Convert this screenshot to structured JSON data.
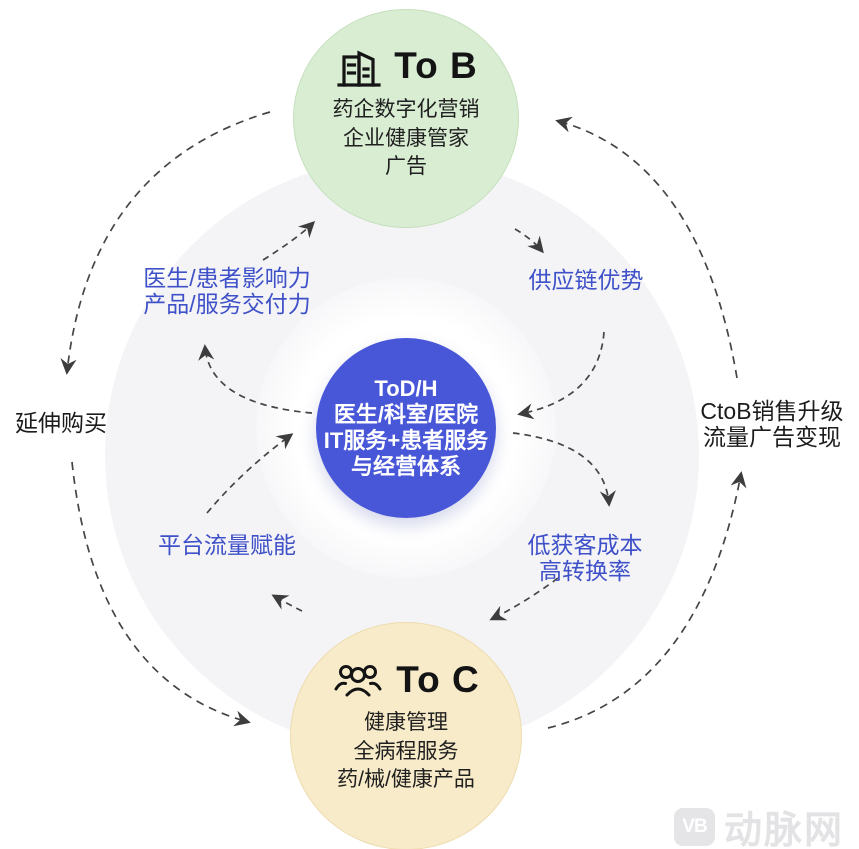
{
  "diagram": {
    "center": {
      "lines": [
        "ToD/H",
        "医生/科室/医院",
        "IT服务+患者服务",
        "与经营体系"
      ],
      "color": "#4856d8"
    },
    "to_b": {
      "label": "To B",
      "icon": "building-icon",
      "lines": [
        "药企数字化营销",
        "企业健康管家",
        "广告"
      ],
      "color": "#d9edd3"
    },
    "to_c": {
      "label": "To C",
      "icon": "people-icon",
      "lines": [
        "健康管理",
        "全病程服务",
        "药/械/健康产品"
      ],
      "color": "#f8ebc9"
    },
    "labels": {
      "top_left": {
        "lines": [
          "医生/患者影响力",
          "产品/服务交付力"
        ],
        "color": "#3f51c8"
      },
      "top_right": {
        "lines": [
          "供应链优势"
        ],
        "color": "#3f51c8"
      },
      "left": {
        "lines": [
          "延伸购买"
        ],
        "color": "#1c1c1c"
      },
      "right": {
        "lines": [
          "CtoB销售升级",
          "流量广告变现"
        ],
        "color": "#1c1c1c"
      },
      "bottom_left": {
        "lines": [
          "平台流量赋能"
        ],
        "color": "#3f51c8"
      },
      "bottom_right": {
        "lines": [
          "低获客成本",
          "高转换率"
        ],
        "color": "#3f51c8"
      }
    },
    "flows": [
      {
        "from": "to-b",
        "to": "left-label",
        "style": "dashed-arc"
      },
      {
        "from": "left-label",
        "to": "to-c",
        "style": "dashed-arc"
      },
      {
        "from": "to-c",
        "to": "right-label",
        "style": "dashed-arc"
      },
      {
        "from": "right-label",
        "to": "to-b",
        "style": "dashed-arc"
      },
      {
        "from": "top-left-label",
        "to": "to-b",
        "style": "dashed"
      },
      {
        "from": "to-b",
        "to": "top-right-label",
        "style": "dashed"
      },
      {
        "from": "top-right-label",
        "to": "center",
        "style": "dashed"
      },
      {
        "from": "center",
        "to": "bottom-right-label",
        "style": "dashed"
      },
      {
        "from": "bottom-right-label",
        "to": "to-c",
        "style": "dashed"
      },
      {
        "from": "to-c",
        "to": "bottom-left-label",
        "style": "dashed"
      },
      {
        "from": "bottom-left-label",
        "to": "center",
        "style": "dashed"
      },
      {
        "from": "center",
        "to": "top-left-label",
        "style": "dashed"
      }
    ],
    "arrow_color": "#454545",
    "watermark": {
      "logo": "VB",
      "text": "动脉网",
      "color": "#e3e3e5"
    }
  }
}
